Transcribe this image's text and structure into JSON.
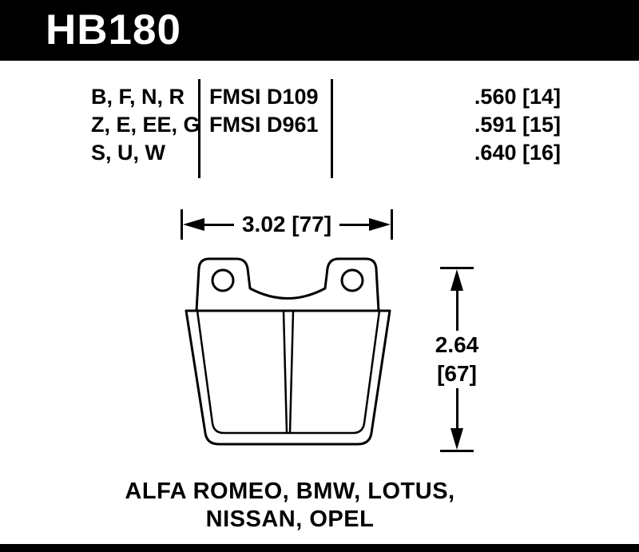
{
  "header": {
    "part_number": "HB180"
  },
  "spec_table": {
    "compounds": [
      "B, F, N, R",
      "Z, E, EE, G",
      "S, U, W"
    ],
    "fmsi": [
      "FMSI D109",
      "FMSI D961"
    ],
    "thickness": [
      ".560 [14]",
      ".591 [15]",
      ".640 [16]"
    ]
  },
  "dimensions": {
    "width": "3.02 [77]",
    "height_in": "2.64",
    "height_mm": "[67]"
  },
  "applications": {
    "line1": "ALFA ROMEO, BMW, LOTUS,",
    "line2": "NISSAN, OPEL"
  },
  "colors": {
    "bar": "#000000",
    "background": "#ffffff",
    "ink": "#000000"
  }
}
